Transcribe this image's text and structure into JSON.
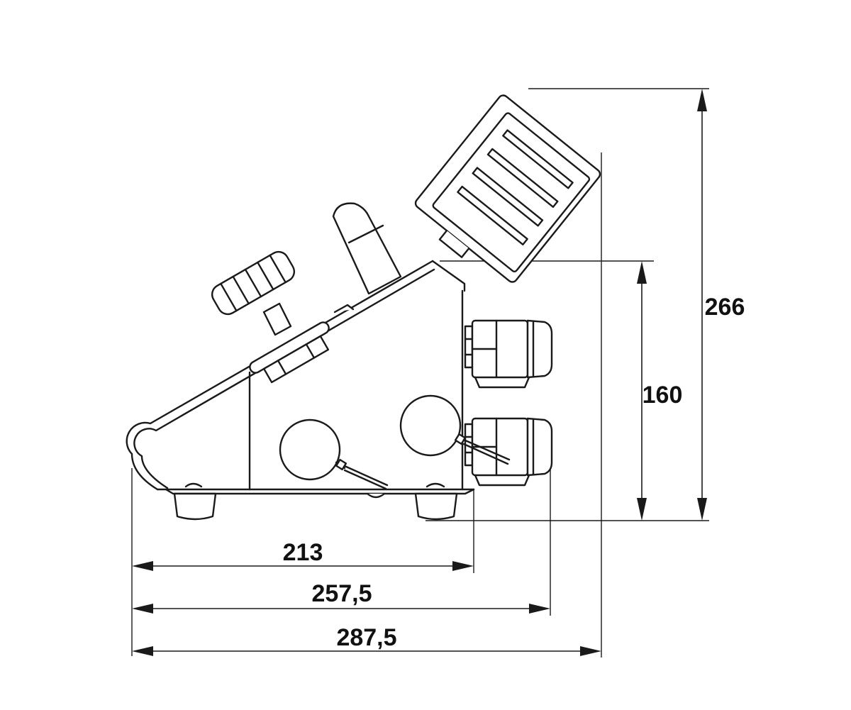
{
  "dimensions": {
    "width_base": "213",
    "width_connectors": "257,5",
    "width_total": "287,5",
    "height_connectors": "160",
    "height_total": "266"
  },
  "colors": {
    "line": "#1a1a1a",
    "background": "#ffffff"
  }
}
